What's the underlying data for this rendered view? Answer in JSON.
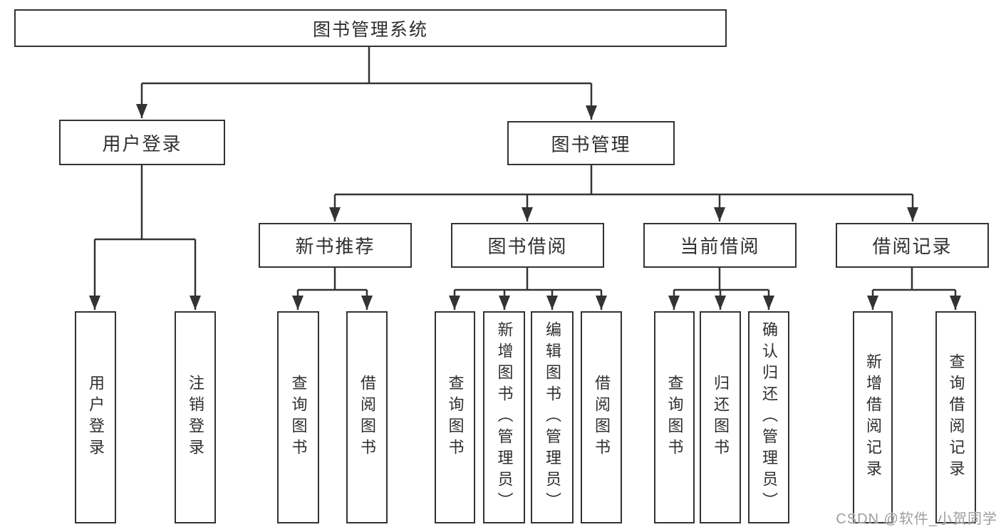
{
  "diagram": {
    "root": {
      "label": "图书管理系统"
    },
    "branches": [
      {
        "label": "用户登录",
        "children": [
          {
            "label": "用户登录"
          },
          {
            "label": "注销登录"
          }
        ]
      },
      {
        "label": "图书管理",
        "children": [
          {
            "label": "新书推荐",
            "children": [
              {
                "label": "查询图书"
              },
              {
                "label": "借阅图书"
              }
            ]
          },
          {
            "label": "图书借阅",
            "children": [
              {
                "label": "查询图书"
              },
              {
                "label": "新增图书（管理员）"
              },
              {
                "label": "编辑图书（管理员）"
              },
              {
                "label": "借阅图书"
              }
            ]
          },
          {
            "label": "当前借阅",
            "children": [
              {
                "label": "查询图书"
              },
              {
                "label": "归还图书"
              },
              {
                "label": "确认归还（管理员）"
              }
            ]
          },
          {
            "label": "借阅记录",
            "children": [
              {
                "label": "新增借阅记录"
              },
              {
                "label": "查询借阅记录"
              }
            ]
          }
        ]
      }
    ]
  },
  "watermark": {
    "text": "CSDN @软件_小贺同学"
  },
  "colors": {
    "line": "#333333",
    "text": "#2f2f2f",
    "box_bg": "#ffffff",
    "background": "#ffffff",
    "watermark": "#9e9e9e"
  }
}
